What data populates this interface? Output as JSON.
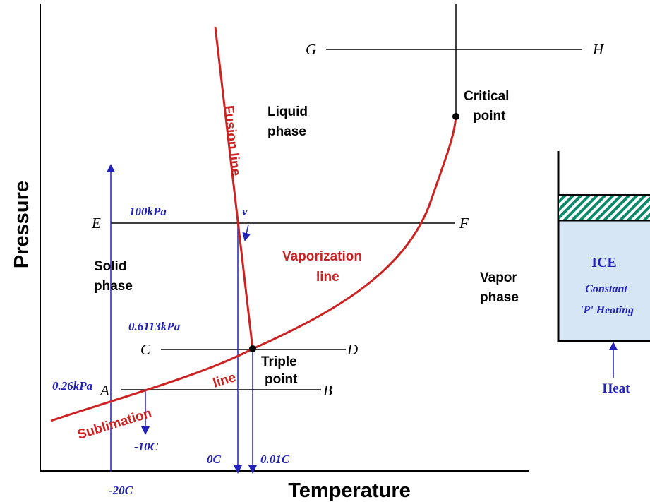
{
  "axes": {
    "x_label": "Temperature",
    "y_label": "Pressure"
  },
  "phases": {
    "liquid": [
      "Liquid",
      "phase"
    ],
    "solid": [
      "Solid",
      "phase"
    ],
    "vapor": [
      "Vapor",
      "phase"
    ]
  },
  "lines": {
    "fusion": "Fusion line",
    "vaporization": [
      "Vaporization",
      "line"
    ],
    "sublimation": [
      "Sublimation",
      "line"
    ]
  },
  "points": {
    "critical": [
      "Critical",
      "point"
    ],
    "triple": [
      "Triple",
      "point"
    ]
  },
  "pressures": {
    "p100": "100kPa",
    "p0611": "0.6113kPa",
    "p026": "0.26kPa"
  },
  "temperatures": {
    "tm20": "-20C",
    "tm10": "-10C",
    "t0": "0C",
    "t001": "0.01C"
  },
  "path_letters": {
    "A": "A",
    "B": "B",
    "C": "C",
    "D": "D",
    "E": "E",
    "F": "F",
    "G": "G",
    "H": "H",
    "v": "v"
  },
  "piston": {
    "ice": "ICE",
    "line1": "Constant",
    "line2": "'P' Heating",
    "heat": "Heat"
  },
  "colors": {
    "curve": "#cc2222",
    "annotation": "#2222bb",
    "axis": "#000000",
    "hatch": "#0a8a6a",
    "ice_fill": "#d6e6f4"
  }
}
